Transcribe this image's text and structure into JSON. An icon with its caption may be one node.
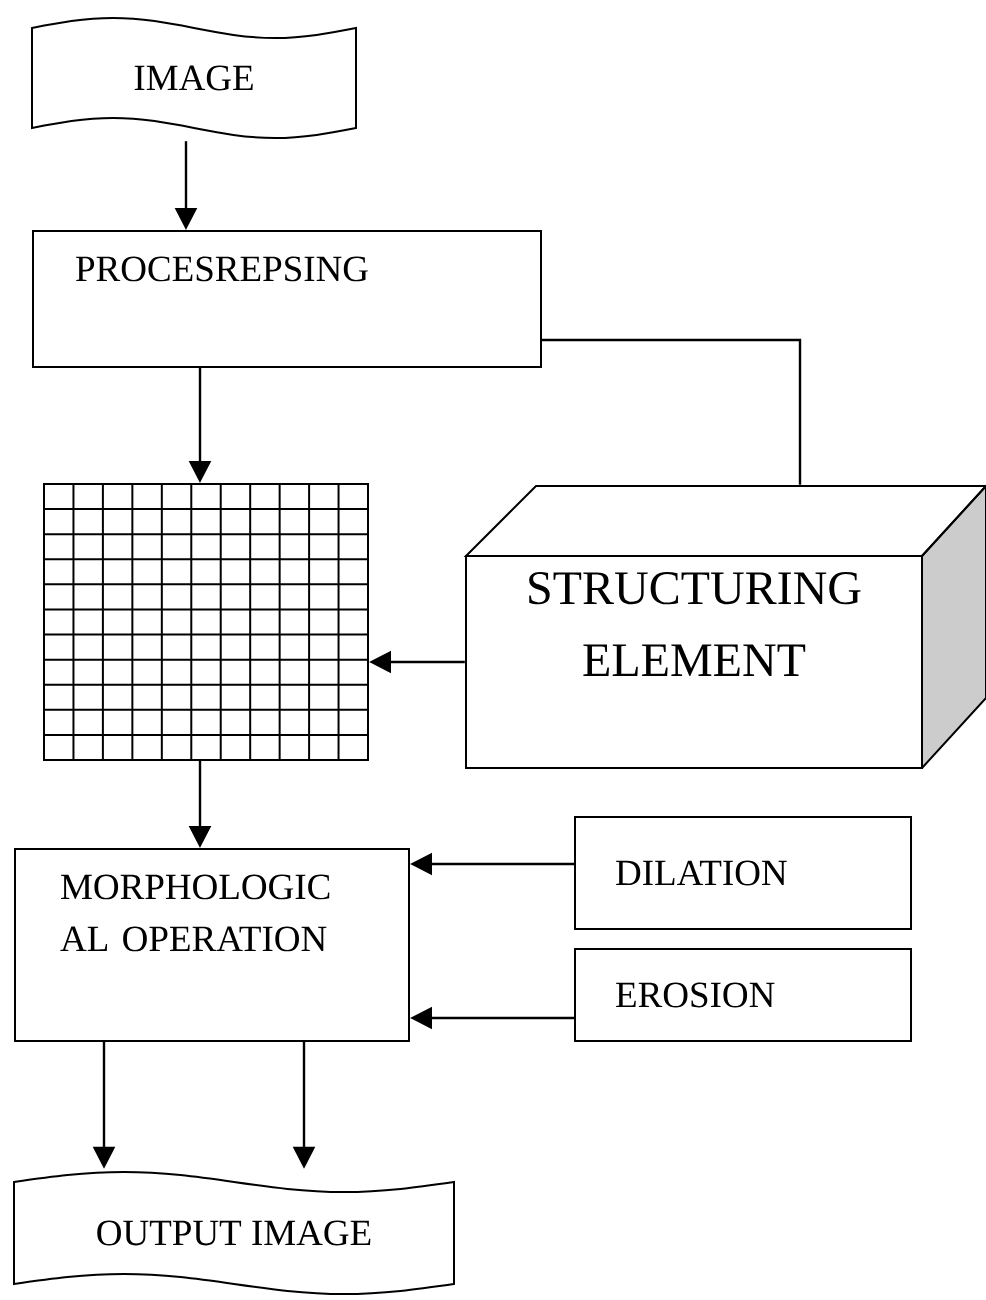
{
  "diagram": {
    "nodes": [
      {
        "text": [
          "IMAGE"
        ]
      },
      {
        "text": [
          "PROCESREPSING"
        ]
      },
      {
        "text": [],
        "shape": "picture"
      },
      {
        "text": [
          "STRUCTURING ELEMENT"
        ]
      },
      {
        "text": [
          "MORPHOLOGIC AL OPERATION"
        ]
      },
      {
        "text": [
          "DILATION"
        ]
      },
      {
        "text": [
          "EROSION"
        ]
      },
      {
        "text": [
          "OUTPUT IMAGE"
        ]
      }
    ],
    "edges": [
      {
        "from": 0,
        "to": 1,
        "arrow": "to"
      },
      {
        "from": 1,
        "to": 2,
        "arrow": "to"
      },
      {
        "from": 1,
        "to": 3,
        "arrow": "none"
      },
      {
        "from": 3,
        "to": 2,
        "arrow": "to"
      },
      {
        "from": 2,
        "to": 4,
        "arrow": "to"
      },
      {
        "from": 5,
        "to": 4,
        "arrow": "to"
      },
      {
        "from": 6,
        "to": 4,
        "arrow": "to"
      },
      {
        "from": 4,
        "to": 7,
        "arrow": "to"
      },
      {
        "from": 4,
        "to": 7,
        "arrow": "to"
      }
    ]
  }
}
